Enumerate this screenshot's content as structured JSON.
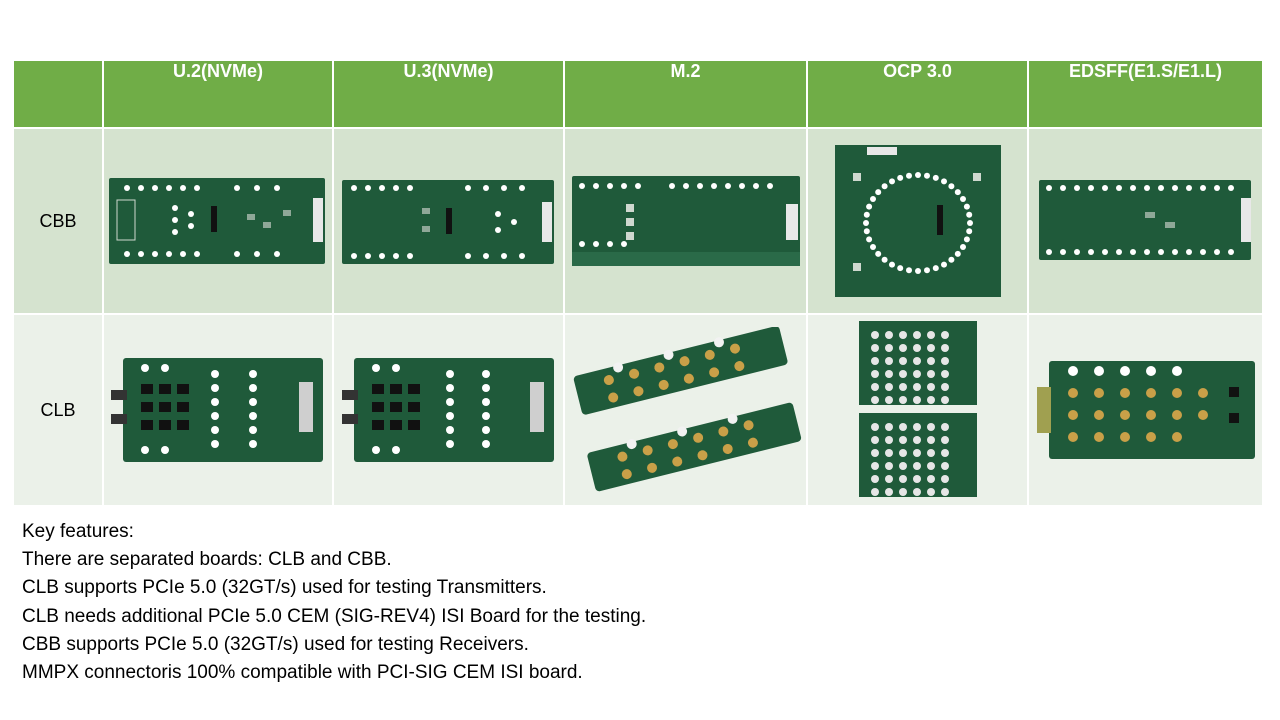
{
  "table": {
    "columns": [
      "U.2(NVMe)",
      "U.3(NVMe)",
      "M.2",
      "OCP 3.0",
      "EDSFF(E1.S/E1.L)"
    ],
    "rows": [
      {
        "label": "CBB",
        "images": [
          "u2-cbb-board-photo",
          "u3-cbb-board-photo",
          "m2-cbb-board-photo",
          "ocp3-cbb-board-photo",
          "edsff-cbb-board-photo"
        ]
      },
      {
        "label": "CLB",
        "images": [
          "u2-clb-board-photo",
          "u3-clb-board-photo",
          "m2-clb-board-photo",
          "ocp3-clb-board-photo",
          "edsff-clb-board-photo"
        ]
      }
    ]
  },
  "features": {
    "heading": "Key features:",
    "lines": [
      "There are separated boards: CLB and CBB.",
      "CLB supports PCIe 5.0 (32GT/s) used for testing Transmitters.",
      "CLB needs additional PCIe 5.0 CEM (SIG-REV4) ISI Board for the testing.",
      "CBB supports PCIe 5.0 (32GT/s) used for testing Receivers.",
      "MMPX connectoris 100% compatible with PCI-SIG CEM ISI board."
    ]
  },
  "colors": {
    "header_bg": "#70ad47",
    "row1_bg": "#d5e3cf",
    "row2_bg": "#ebf1e9",
    "pcb_green": "#1f5a3a"
  }
}
